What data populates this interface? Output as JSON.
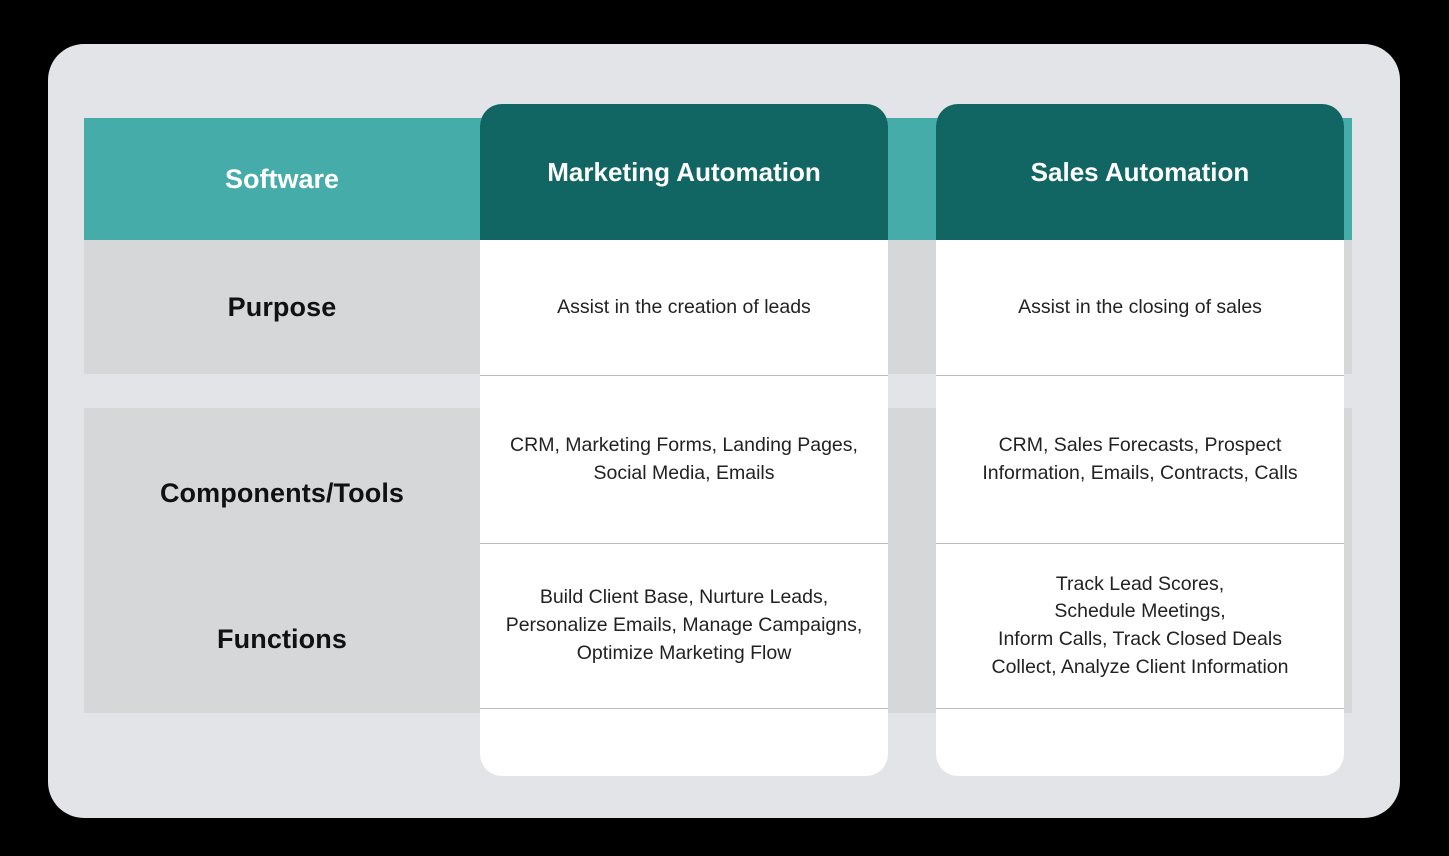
{
  "table": {
    "header": {
      "row_label_header": "Software",
      "columns": [
        "Marketing Automation",
        "Sales Automation"
      ]
    },
    "rows": [
      {
        "label": "Purpose",
        "marketing": "Assist in the creation of leads",
        "sales": "Assist in the closing of sales"
      },
      {
        "label": "Components/Tools",
        "marketing": "CRM, Marketing Forms, Landing Pages,\nSocial Media, Emails",
        "sales": "CRM, Sales Forecasts, Prospect\nInformation, Emails, Contracts, Calls"
      },
      {
        "label": "Functions",
        "marketing": "Build Client Base, Nurture Leads,\nPersonalize Emails, Manage Campaigns,\nOptimize Marketing Flow",
        "sales": "Track Lead Scores,\nSchedule Meetings,\nInform Calls, Track Closed Deals\nCollect, Analyze Client Information"
      }
    ]
  },
  "colors": {
    "header_light_teal": "#45aca9",
    "header_dark_teal": "#116563",
    "panel_background": "#e3e4e8",
    "label_cell_gray": "#d6d7d9",
    "card_background": "#ffffff",
    "page_background": "#000000"
  }
}
